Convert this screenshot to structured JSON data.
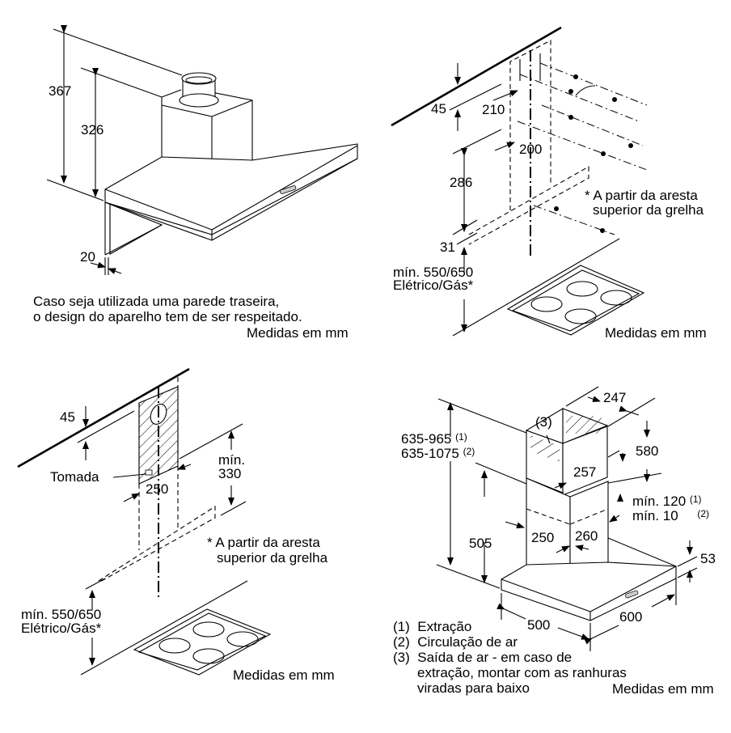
{
  "panels": {
    "top_left": {
      "dims": {
        "total_height": "367",
        "box_height": "326",
        "thickness": "20"
      },
      "note_line1": "Caso seja utilizada uma parede traseira,",
      "note_line2": "o design do aparelho tem de ser respeitado.",
      "units": "Medidas em mm"
    },
    "top_right": {
      "dims": {
        "top_offset": "45",
        "left_spacing": "210",
        "right_spacing": "200",
        "bracket_height": "286",
        "bracket_bottom": "31"
      },
      "min_height_line1": "mín. 550/650",
      "min_height_line2": "Elétrico/Gás*",
      "footnote_line1": "* A partir da aresta",
      "footnote_line2": "superior da grelha",
      "units": "Medidas em mm"
    },
    "bottom_left": {
      "dims": {
        "top_offset": "45",
        "socket_width": "250",
        "min_label": "mín.",
        "min_value": "330"
      },
      "socket_label": "Tomada",
      "min_height_line1": "mín. 550/650",
      "min_height_line2": "Elétrico/Gás*",
      "footnote_line1": "* A partir da aresta",
      "footnote_line2": "superior da grelha",
      "units": "Medidas em mm"
    },
    "bottom_right": {
      "dims": {
        "chimney_top_width": "247",
        "range_1": "635-965",
        "range_1_ref": "(1)",
        "range_2": "635-1075",
        "range_2_ref": "(2)",
        "callout_3": "(3)",
        "upper_chimney_height": "580",
        "upper_depth": "257",
        "min_1": "mín. 120",
        "min_1_ref": "(1)",
        "min_2": "mín. 10",
        "min_2_ref": "(2)",
        "lower_chimney_height": "505",
        "lower_width": "250",
        "lower_depth": "260",
        "canopy_height": "53",
        "canopy_depth": "500",
        "canopy_width": "600"
      },
      "legend": [
        {
          "num": "(1)",
          "text": "Extração"
        },
        {
          "num": "(2)",
          "text": "Circulação de ar"
        },
        {
          "num": "(3)",
          "text": "Saída de ar - em caso de"
        }
      ],
      "legend_cont_1": "extração, montar com as ranhuras",
      "legend_cont_2": "viradas para baixo",
      "units": "Medidas em mm"
    }
  }
}
